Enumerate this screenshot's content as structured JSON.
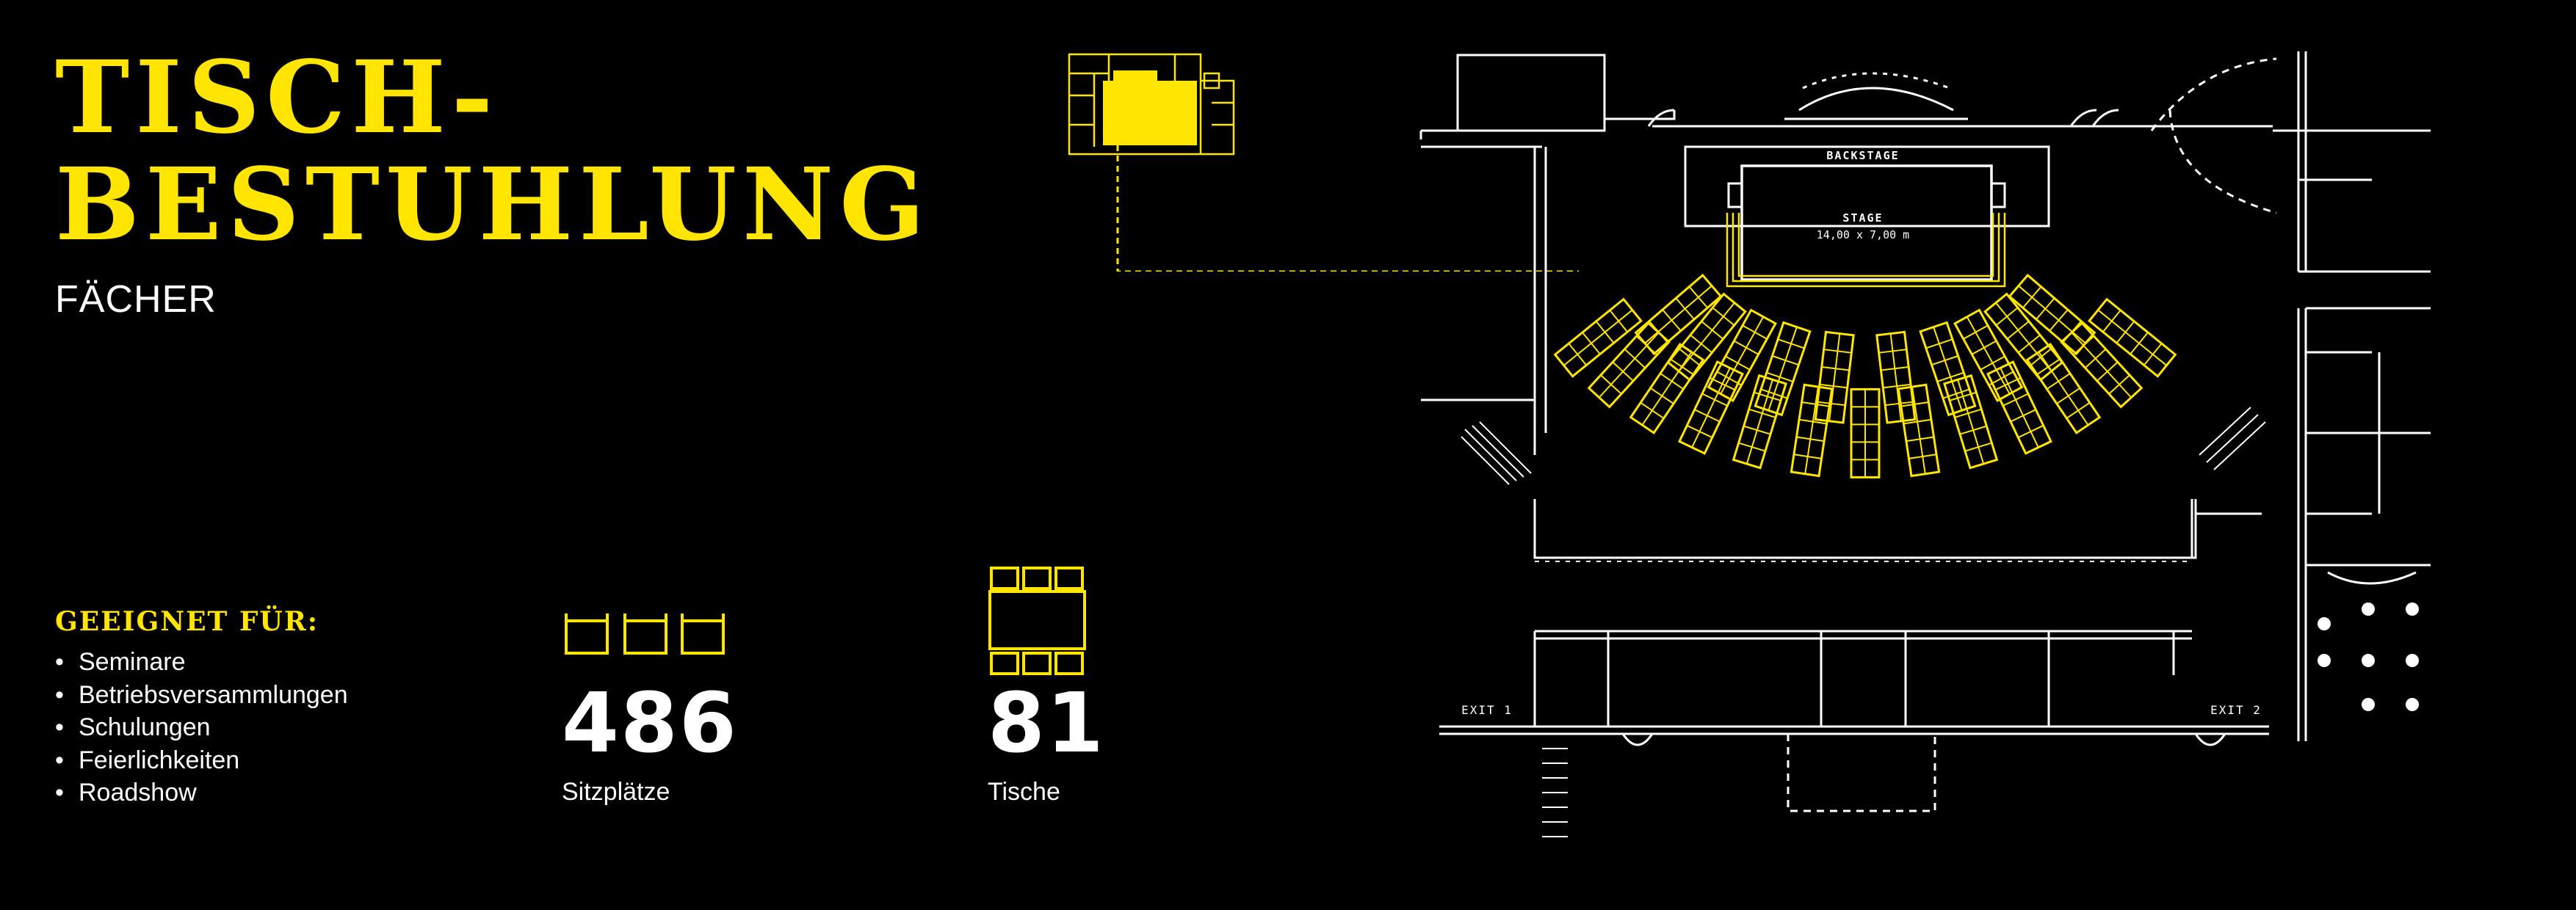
{
  "header": {
    "title_line1": "TISCH-",
    "title_line2": "BESTUHLUNG",
    "subtitle": "FÄCHER"
  },
  "suitability": {
    "heading": "GEEIGNET FÜR:",
    "items": [
      "Seminare",
      "Betriebsversammlungen",
      "Schulungen",
      "Feierlichkeiten",
      "Roadshow"
    ]
  },
  "stats": {
    "seats": {
      "value": "486",
      "label": "Sitzplätze"
    },
    "tables": {
      "value": "81",
      "label": "Tische"
    }
  },
  "floorplan": {
    "backstage_label": "BACKSTAGE",
    "stage_label": "STAGE",
    "stage_size": "14,00 x 7,00 m",
    "exit1_label": "EXIT 1",
    "exit2_label": "EXIT 2"
  },
  "colors": {
    "accent": "#ffe500",
    "background": "#000000",
    "lines": "#ffffff"
  }
}
